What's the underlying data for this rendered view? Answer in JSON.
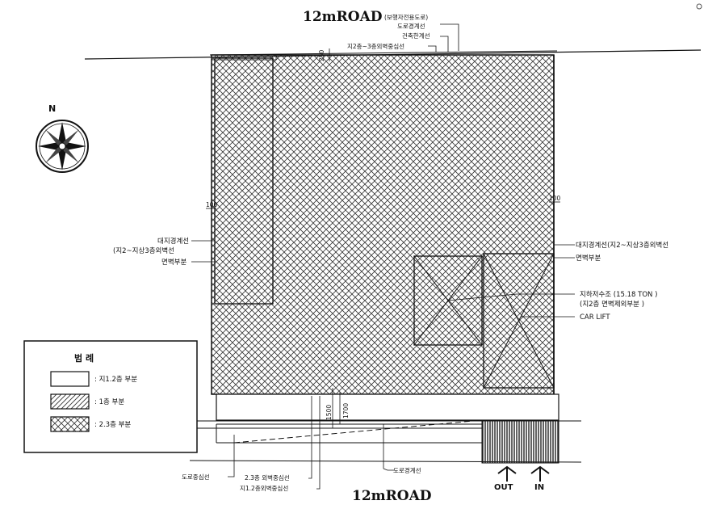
{
  "top_road": {
    "title": "12mROAD",
    "subtitle": "(보행자전용도로)",
    "labels": [
      "도로경계선",
      "건축한계선",
      "지2층~3층외벽중심선"
    ],
    "dim": "250"
  },
  "bottom_road": {
    "title": "12mROAD",
    "labels": [
      "도로경계선",
      "도로중심선",
      "2.3층 외벽중심선",
      "지1.2층외벽중심선"
    ],
    "dims": [
      "1500",
      "1700"
    ]
  },
  "left_labels": {
    "dim": "100",
    "lines": [
      "대지경계선",
      "(지2~지상3층외벽선",
      "면벽부분"
    ]
  },
  "right_labels": {
    "dim": "100",
    "boundary": "대지경계선(지2~지상3층외벽선",
    "wall": "면벽부분",
    "tank": "지하저수조 (15.18 TON )",
    "tank_sub": "(지2층 면벽제외부분 )",
    "lift": "CAR LIFT"
  },
  "north": "N",
  "legend": {
    "title": "범 례",
    "items": [
      {
        "label": ": 지1.2층 부분",
        "pattern": "none"
      },
      {
        "label": ": 1층 부분",
        "pattern": "single-hatch"
      },
      {
        "label": ": 2.3층 부분",
        "pattern": "cross-hatch"
      }
    ]
  },
  "arrows": {
    "out": "OUT",
    "in": "IN"
  }
}
